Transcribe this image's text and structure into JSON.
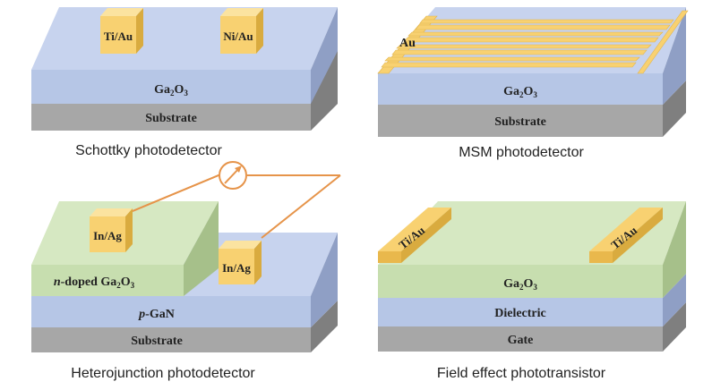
{
  "panels": {
    "schottky": {
      "caption": "Schottky photodetector",
      "electrode_left": "Ti/Au",
      "electrode_right": "Ni/Au",
      "layer_ga2o3": {
        "base": "Ga",
        "sub1": "2",
        "mid": "O",
        "sub2": "3"
      },
      "layer_substrate": "Substrate"
    },
    "msm": {
      "caption": "MSM photodetector",
      "electrode": "Au",
      "layer_ga2o3": {
        "base": "Ga",
        "sub1": "2",
        "mid": "O",
        "sub2": "3"
      },
      "layer_substrate": "Substrate"
    },
    "hetero": {
      "caption": "Heterojunction photodetector",
      "electrode_left": "In/Ag",
      "electrode_right": "In/Ag",
      "layer_ndoped": {
        "prefix": "n",
        "text": "-doped Ga",
        "sub1": "2",
        "mid": "O",
        "sub2": "3"
      },
      "layer_pgan": {
        "prefix": "p",
        "text": "-GaN"
      },
      "layer_substrate": "Substrate"
    },
    "fet": {
      "caption": "Field effect phototransistor",
      "electrode_left": "Ti/Au",
      "electrode_right": "Ti/Au",
      "layer_ga2o3": {
        "base": "Ga",
        "sub1": "2",
        "mid": "O",
        "sub2": "3"
      },
      "layer_dielectric": "Dielectric",
      "layer_gate": "Gate"
    }
  },
  "colors": {
    "ga2o3": "#b6c6e6",
    "ga2o3_top": "#c7d3ee",
    "substrate": "#a7a7a7",
    "substrate_top": "#c2c2c2",
    "ndoped": "#c7deaf",
    "electrode": "#f8d171",
    "wire": "#e6944a"
  }
}
